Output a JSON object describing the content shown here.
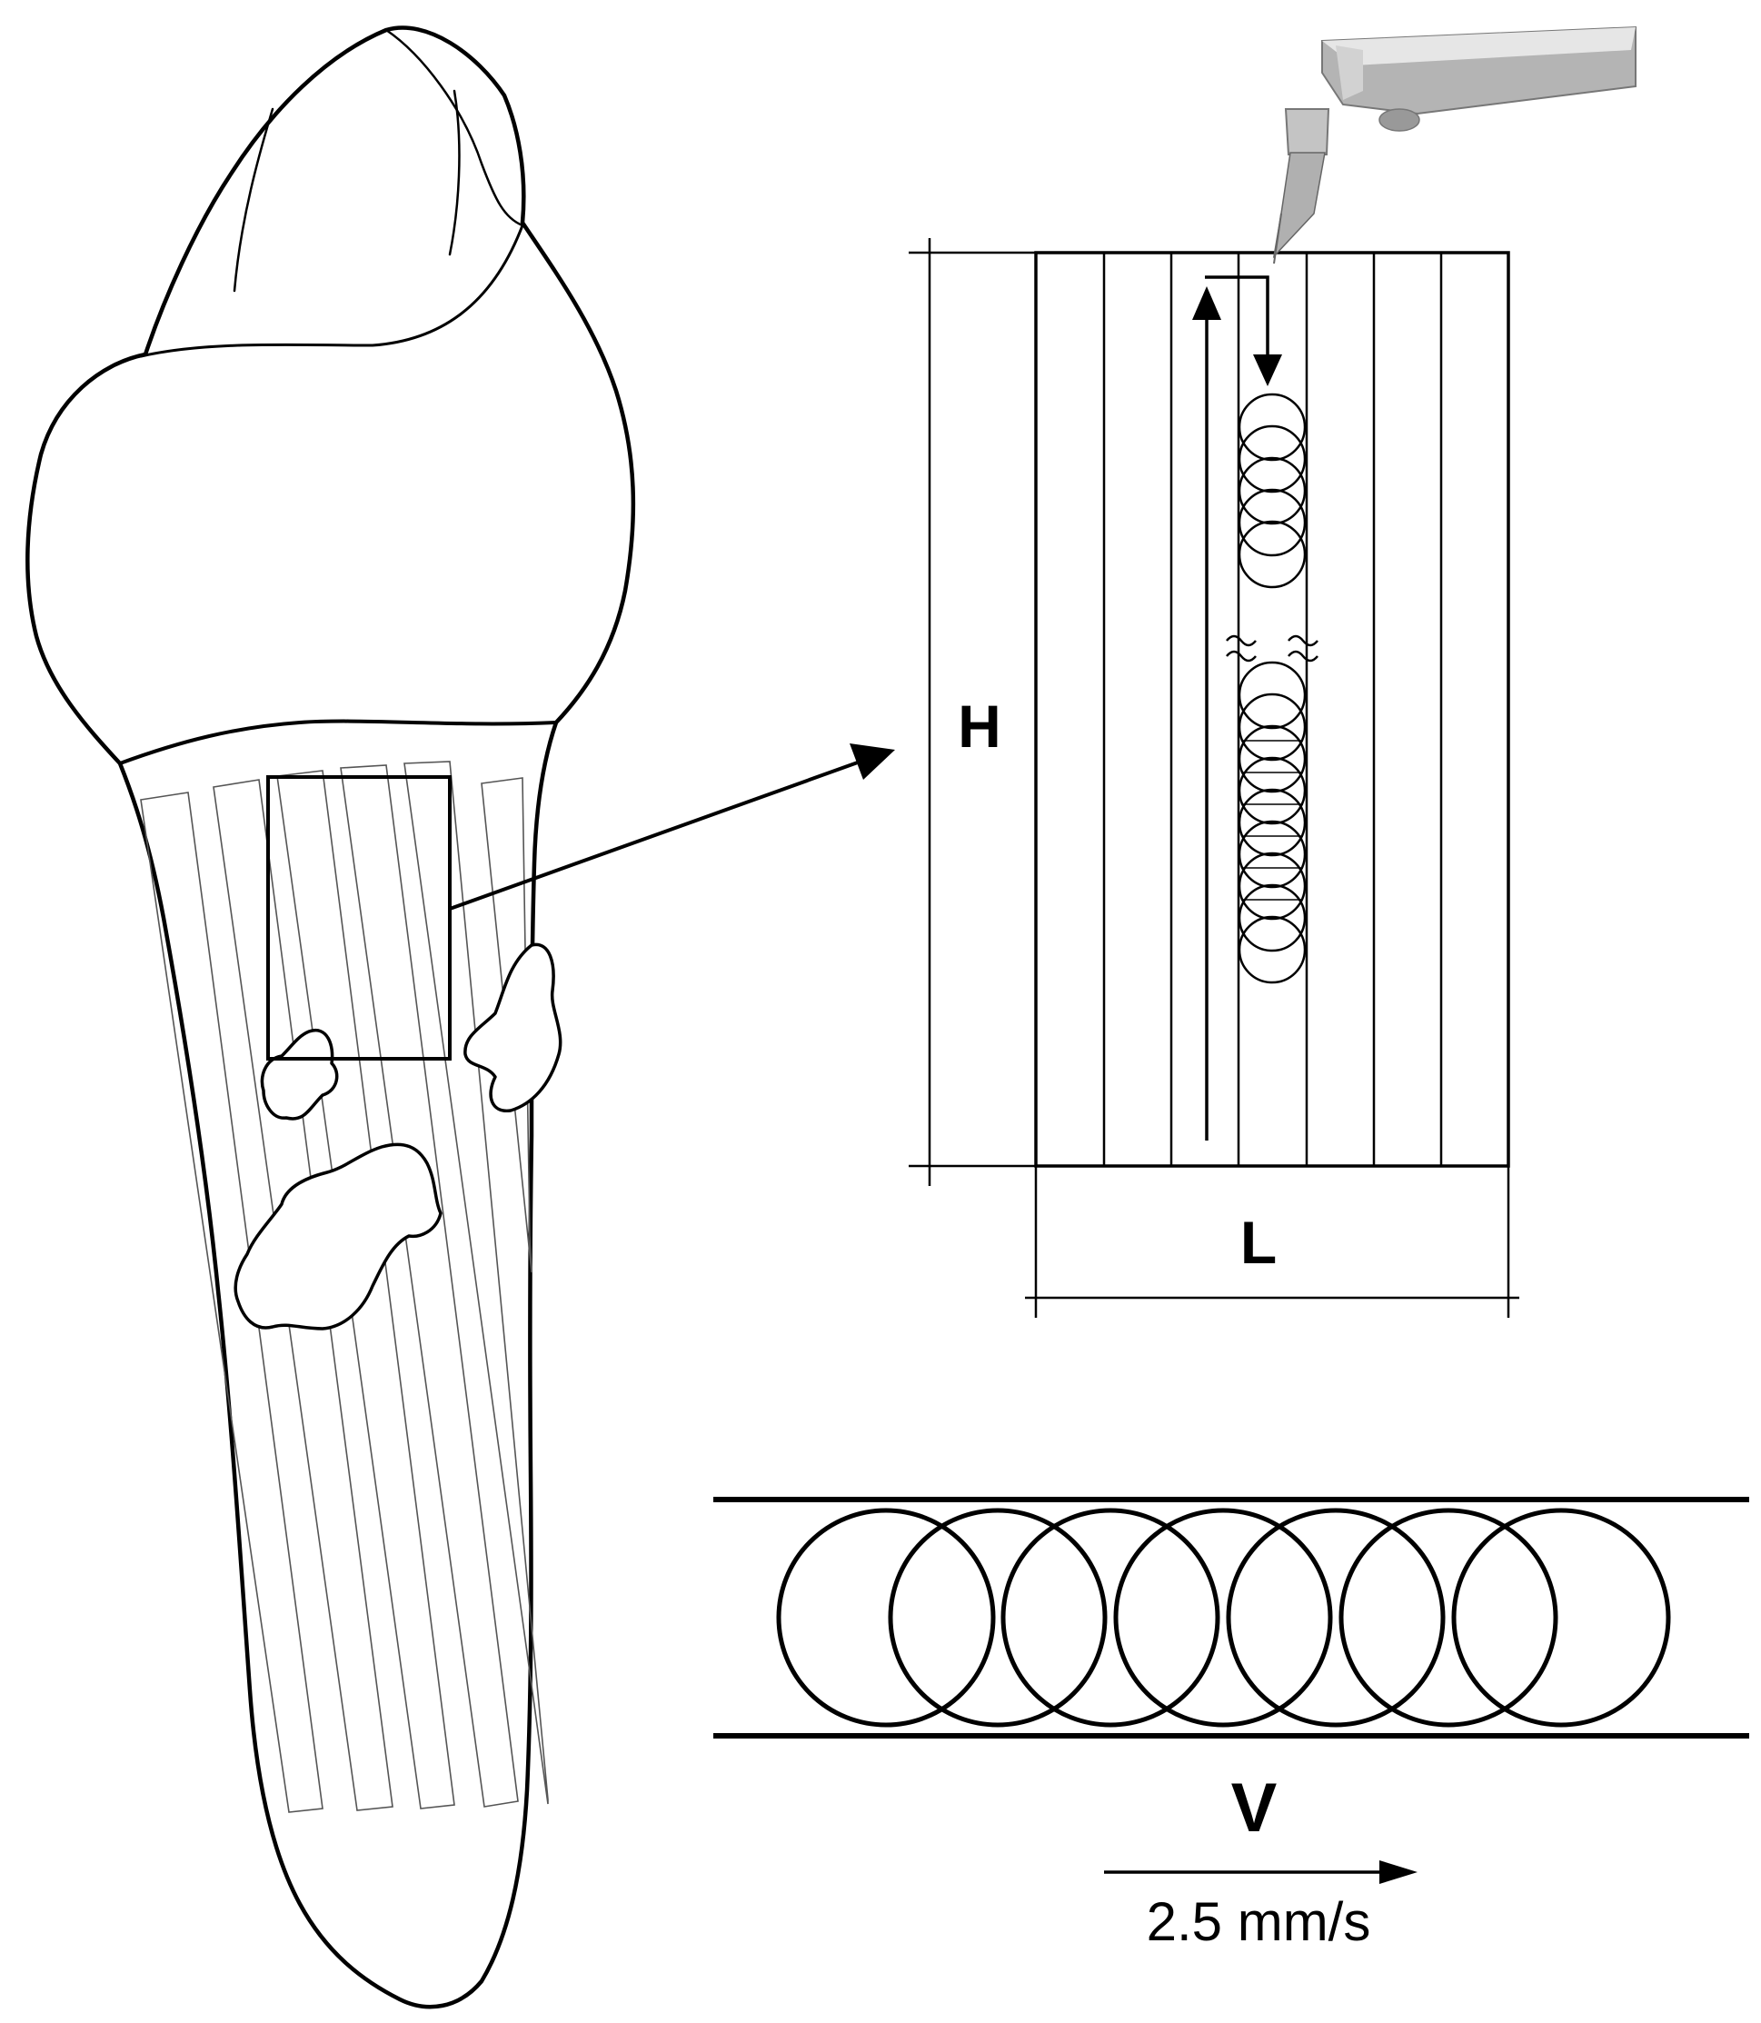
{
  "labels": {
    "height": "H",
    "length": "L",
    "velocity": "V",
    "speed": "2.5 mm/s"
  },
  "colors": {
    "ink": "#000000",
    "fine_line": "#555555",
    "tool_light": "#e6e6e6",
    "tool_mid": "#b4b4b4",
    "tool_dark": "#777777"
  },
  "icons": {
    "tooth": "tooth-outline-icon",
    "scanner": "laser-handpiece-icon"
  }
}
